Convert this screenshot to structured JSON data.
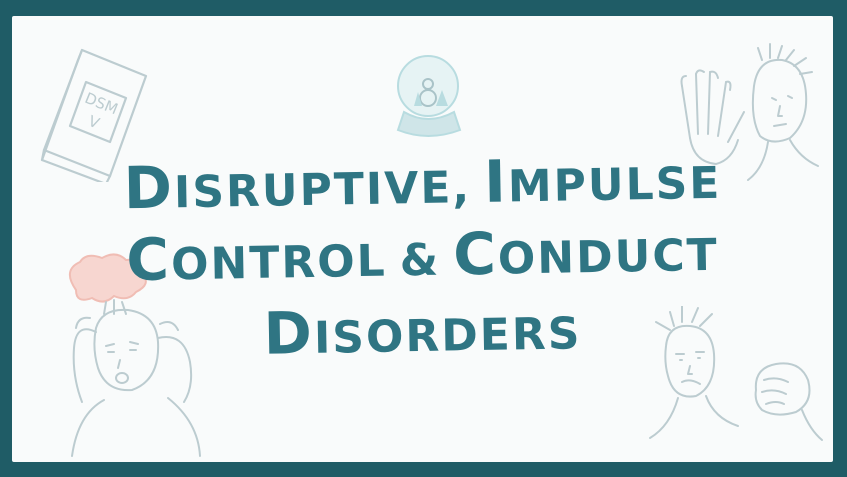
{
  "title": {
    "line1": [
      {
        "cap": "D",
        "rest": "isruptive,"
      },
      {
        "cap": "I",
        "rest": "mpulse"
      }
    ],
    "line2": [
      {
        "cap": "C",
        "rest": "ontrol"
      },
      {
        "cap": "&",
        "rest": ""
      },
      {
        "cap": "C",
        "rest": "onduct"
      }
    ],
    "line3": [
      {
        "cap": "D",
        "rest": "isorders"
      }
    ]
  },
  "book": {
    "line1": "DSM",
    "line2": "V"
  },
  "colors": {
    "frame": "#1f5c66",
    "background": "#f9fbfb",
    "title": "#2f7583",
    "sketch": "#bcccd0",
    "globe": "#b8dce0",
    "smoke": "#f0bdb4"
  },
  "icons": [
    "book-icon",
    "snow-globe-icon",
    "hand-stop-person-icon",
    "exploding-head-person-icon",
    "fist-person-icon"
  ]
}
